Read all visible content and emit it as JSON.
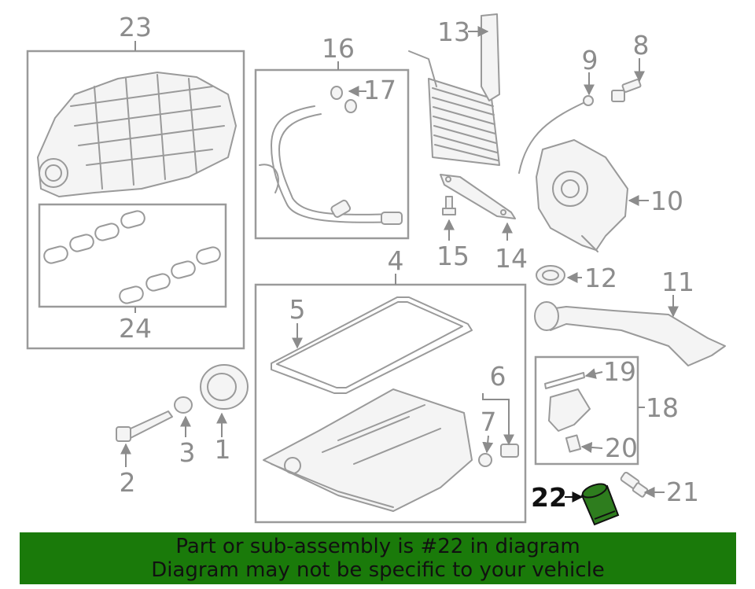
{
  "labels": {
    "n1": "1",
    "n2": "2",
    "n3": "3",
    "n4": "4",
    "n5": "5",
    "n6": "6",
    "n7": "7",
    "n8": "8",
    "n9": "9",
    "n10": "10",
    "n11": "11",
    "n12": "12",
    "n13": "13",
    "n14": "14",
    "n15": "15",
    "n16": "16",
    "n17": "17",
    "n18": "18",
    "n19": "19",
    "n20": "20",
    "n21": "21",
    "n22": "22",
    "n23": "23",
    "n24": "24"
  },
  "highlight_part": "22",
  "colors": {
    "banner": "#1a7a0a",
    "line": "#9a9a9a",
    "highlight_part": "#2e7d1e"
  },
  "banner": {
    "line1": "Part or sub-assembly is #22 in diagram",
    "line2": "Diagram may not be specific to your vehicle"
  }
}
